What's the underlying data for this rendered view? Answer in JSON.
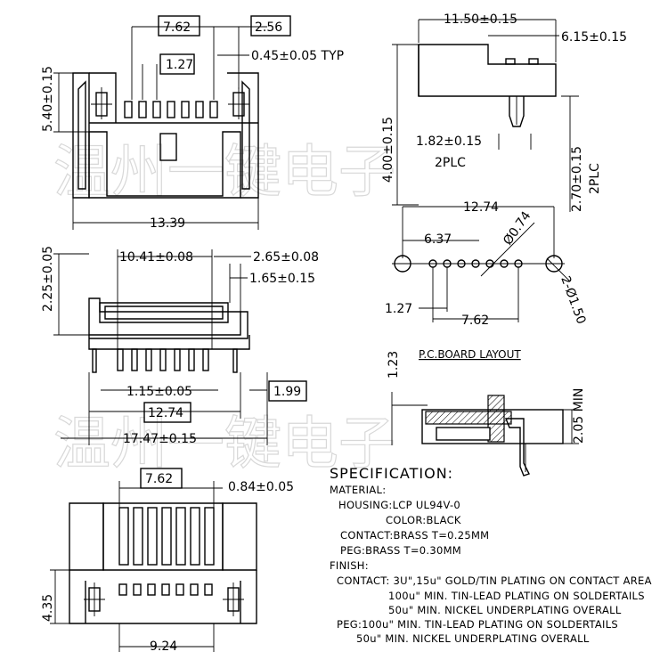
{
  "watermark": [
    "温州一键电子",
    "温州一键电子"
  ],
  "top_view": {
    "dim_7_62": "7.62",
    "dim_2_56": "2.56",
    "dim_1_27": "1.27",
    "dim_0_45": "0.45±0.05 TYP",
    "dim_5_40": "5.40±0.15",
    "dim_13_39": "13.39"
  },
  "side_view": {
    "dim_11_50": "11.50±0.15",
    "dim_6_15": "6.15±0.15",
    "dim_4_00": "4.00±0.15",
    "dim_1_82": "1.82±0.15",
    "note_2plc_a": "2PLC",
    "dim_2_70": "2.70±0.15",
    "note_2plc_b": "2PLC"
  },
  "front_view": {
    "dim_2_25": "2.25±0.05",
    "dim_10_41": "10.41±0.08",
    "dim_2_65": "2.65±0.08",
    "dim_1_65": "1.65±0.15",
    "dim_1_15": "1.15±0.05",
    "dim_1_99": "1.99",
    "dim_12_74": "12.74",
    "dim_17_47": "17.47±0.15"
  },
  "pcb_layout": {
    "dim_12_74": "12.74",
    "dim_6_37": "6.37",
    "dim_dia_074": "Ø0.74",
    "dim_dia_150": "2-Ø1.50",
    "dim_1_27": "1.27",
    "dim_7_62": "7.62",
    "title": "P.C.BOARD LAYOUT"
  },
  "section_view": {
    "dim_1_23": "1.23",
    "dim_2_05": "2.05 MIN"
  },
  "bottom_view": {
    "dim_7_62": "7.62",
    "dim_0_84": "0.84±0.05",
    "dim_4_35": "4.35",
    "dim_9_24": "9.24"
  },
  "specification": {
    "heading": "SPECIFICATION:",
    "lines": [
      "MATERIAL:",
      "HOUSING:LCP UL94V-0",
      "COLOR:BLACK",
      "CONTACT:BRASS T=0.25MM",
      "PEG:BRASS T=0.30MM",
      "FINISH:",
      "CONTACT: 3U\",15u\" GOLD/TIN PLATING ON CONTACT AREA",
      "100u\" MIN. TIN-LEAD PLATING ON SOLDERTAILS",
      "50u\" MIN. NICKEL UNDERPLATING OVERALL",
      "PEG:100u\" MIN. TIN-LEAD PLATING ON SOLDERTAILS",
      "50u\" MIN. NICKEL UNDERPLATING OVERALL"
    ]
  }
}
